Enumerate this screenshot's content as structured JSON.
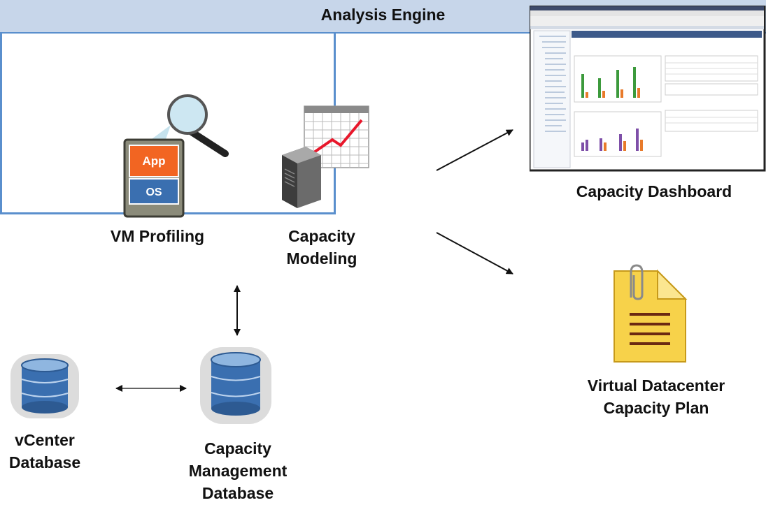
{
  "engine": {
    "title": "Analysis Engine"
  },
  "vm_profiling": {
    "label": "VM Profiling",
    "app_text": "App",
    "os_text": "OS"
  },
  "capacity_modeling": {
    "label_line1": "Capacity",
    "label_line2": "Modeling"
  },
  "capacity_dashboard": {
    "label": "Capacity Dashboard"
  },
  "capacity_plan": {
    "label_line1": "Virtual Datacenter",
    "label_line2": "Capacity Plan"
  },
  "vcenter_db": {
    "label_line1": "vCenter",
    "label_line2": "Database"
  },
  "cap_mgmt_db": {
    "label_line1": "Capacity",
    "label_line2": "Management",
    "label_line3": "Database"
  },
  "colors": {
    "accent_blue": "#5a8fcd",
    "header_fill": "#c7d6ea",
    "app_orange": "#f26522",
    "os_blue": "#3a6fb0",
    "chart_red": "#e8172b",
    "doc_yellow": "#f7d24a"
  }
}
